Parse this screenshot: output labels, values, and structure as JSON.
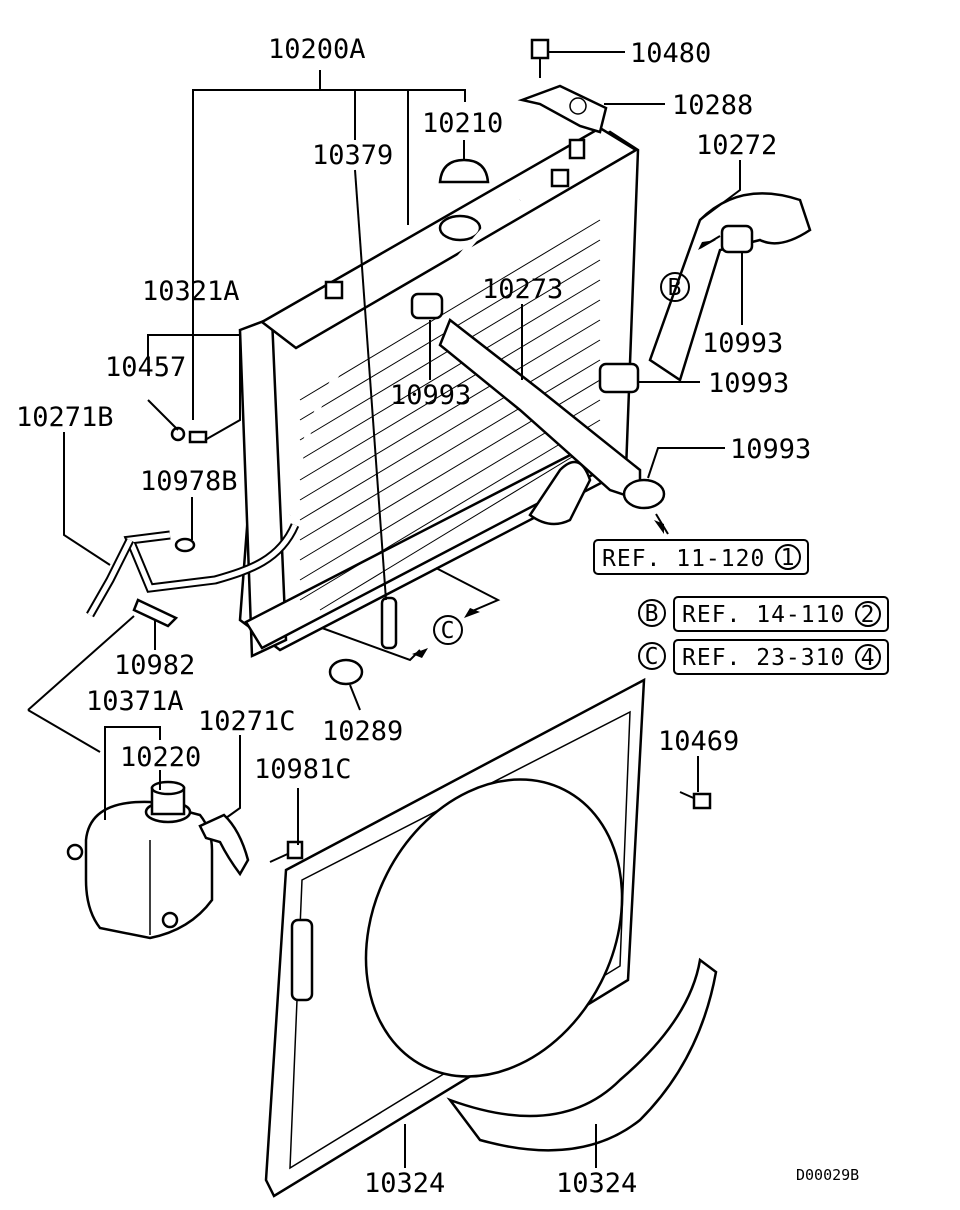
{
  "diagram_code": "D00029B",
  "callouts": {
    "radiator_assy": "10200A",
    "cap": "10210",
    "bolt_top": "10480",
    "bracket_top": "10288",
    "rod": "10379",
    "upper_hose": "10272",
    "lower_hose": "10273",
    "hose_set": "10321A",
    "clip_small": "10457",
    "overflow_hose": "10271B",
    "clamp_b": "10978B",
    "clamp_upper_left": "10993",
    "clamp_upper_right": "10993",
    "clamp_mid_right": "10993",
    "clamp_lower_right": "10993",
    "holder": "10982",
    "reservoir_assy": "10371A",
    "reservoir_cap": "10220",
    "reservoir_hose": "10271C",
    "insulator": "10289",
    "bolt_shroud_left": "10981C",
    "bolt_shroud_right": "10469",
    "shroud": "10324",
    "shroud_lower": "10324"
  },
  "markers": {
    "b": "B",
    "c": "C"
  },
  "references": [
    {
      "text": "REF. 11-120",
      "num": "1"
    },
    {
      "marker": "B",
      "text": "REF. 14-110",
      "num": "2"
    },
    {
      "marker": "C",
      "text": "REF. 23-310",
      "num": "4"
    }
  ]
}
